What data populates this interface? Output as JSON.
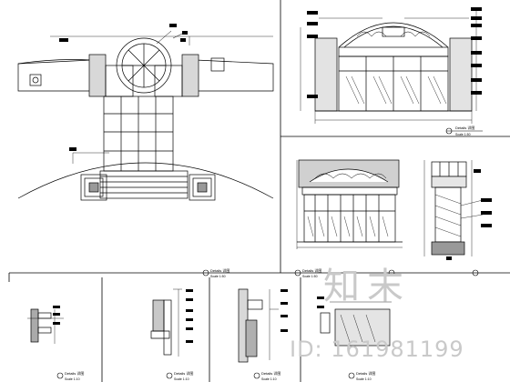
{
  "sheet": {
    "panels": [
      {
        "id": "plan",
        "title": "",
        "scale": ""
      },
      {
        "id": "elev-a",
        "title": "Details 详图",
        "scale": "Scale 1:50"
      },
      {
        "id": "elev-b",
        "title": "Details 详图",
        "scale": "Scale 1:50"
      },
      {
        "id": "section-c",
        "title": "",
        "scale": ""
      },
      {
        "id": "row-title",
        "title": "Details 详图",
        "scale": "Scale 1:50"
      },
      {
        "id": "detail-1",
        "title": "Details 详图",
        "scale": "Scale 1:10"
      },
      {
        "id": "detail-2",
        "title": "Details 详图",
        "scale": "Scale 1:10"
      },
      {
        "id": "detail-3",
        "title": "Details 详图",
        "scale": "Scale 1:10"
      },
      {
        "id": "detail-4",
        "title": "Details 详图",
        "scale": "Scale 1:10"
      }
    ]
  },
  "watermark": {
    "logo_text": "知末",
    "id_text": "ID: 161981199"
  },
  "colors": {
    "line": "#000000",
    "hatch": "#555555",
    "tag": "#000000",
    "watermark": "#c9c9c9"
  }
}
